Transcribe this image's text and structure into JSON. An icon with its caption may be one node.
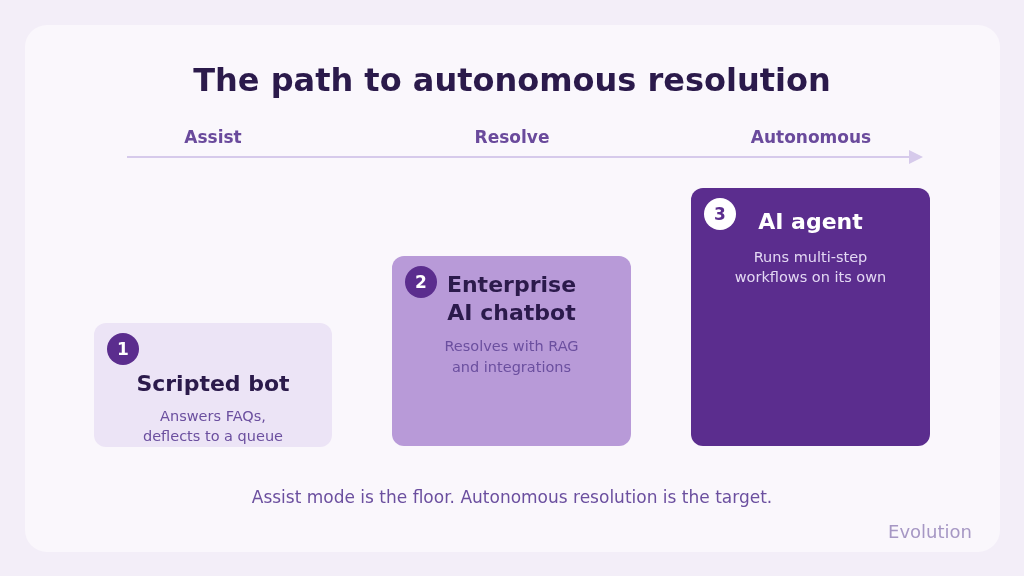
{
  "diagram": {
    "title": "The path to autonomous resolution",
    "caption": "Assist mode is the floor. Autonomous resolution is the target.",
    "nodes": [
      {
        "text": [
          "Scripted bot",
          "Answers FAQs, deflects to a queue"
        ]
      },
      {
        "text": [
          "1"
        ],
        "in": 0
      },
      {
        "text": [
          "Enterprise AI chatbot",
          "Resolves with RAG and integrations"
        ]
      },
      {
        "text": [
          "2"
        ],
        "in": 2
      },
      {
        "text": [
          "AI agent",
          "Runs multi-step workflows on its own"
        ]
      },
      {
        "text": [
          "3"
        ],
        "in": 4
      }
    ],
    "labels": [
      "Assist",
      "Resolve",
      "Autonomous",
      "Evolution"
    ]
  }
}
